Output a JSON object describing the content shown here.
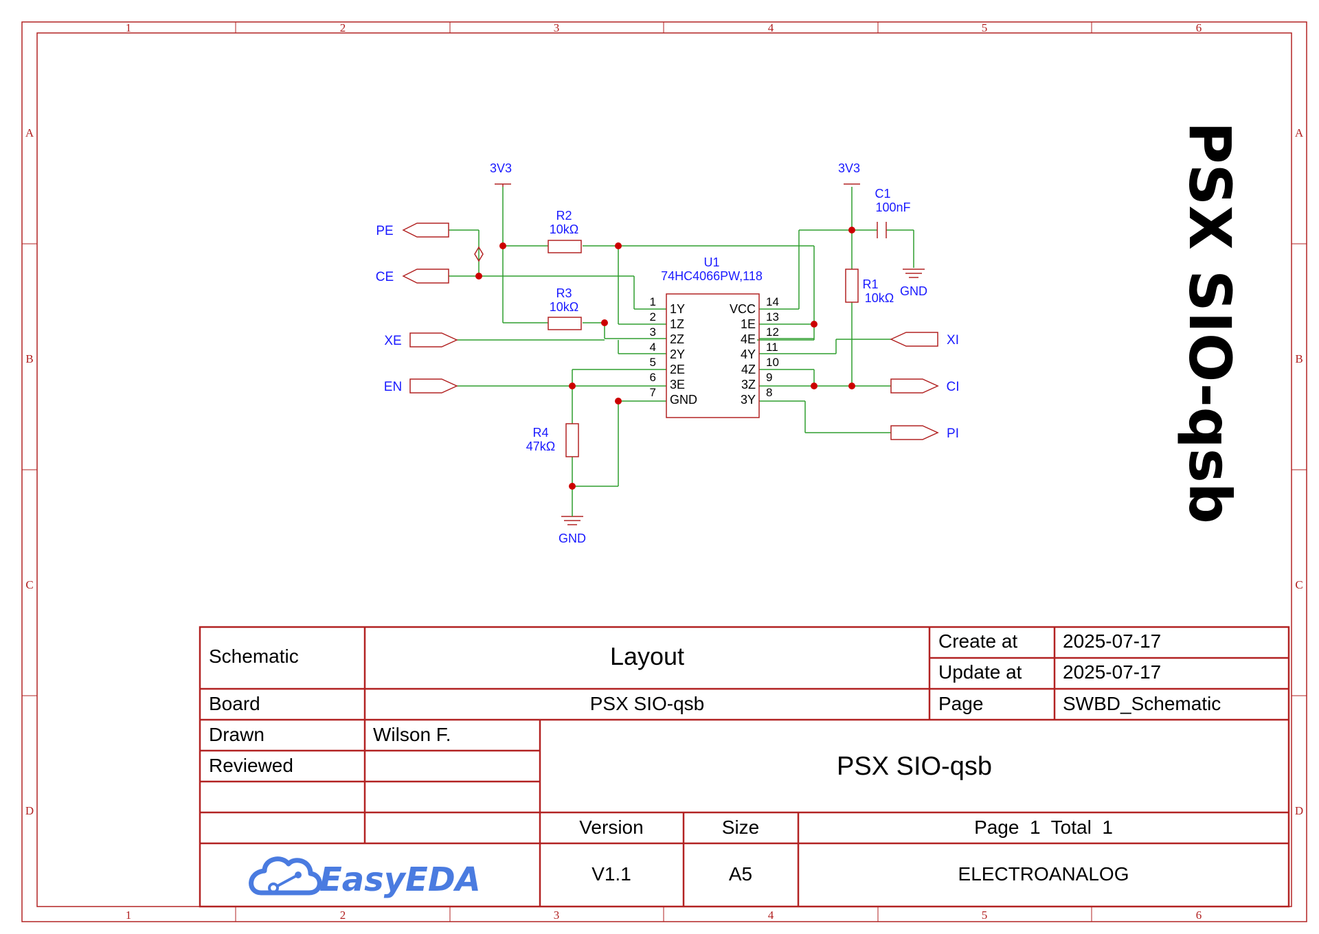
{
  "drawing_title": "PSX SIO-qsb",
  "frame": {
    "columns": [
      "1",
      "2",
      "3",
      "4",
      "5",
      "6"
    ],
    "rows": [
      "A",
      "B",
      "C",
      "D"
    ]
  },
  "power": {
    "left_3v3": "3V3",
    "right_3v3": "3V3",
    "gnd_left": "GND",
    "gnd_right": "GND"
  },
  "components": {
    "U1": {
      "ref": "U1",
      "value": "74HC4066PW,118",
      "left_pins": [
        {
          "num": "1",
          "name": "1Y"
        },
        {
          "num": "2",
          "name": "1Z"
        },
        {
          "num": "3",
          "name": "2Z"
        },
        {
          "num": "4",
          "name": "2Y"
        },
        {
          "num": "5",
          "name": "2E"
        },
        {
          "num": "6",
          "name": "3E"
        },
        {
          "num": "7",
          "name": "GND"
        }
      ],
      "right_pins": [
        {
          "num": "14",
          "name": "VCC"
        },
        {
          "num": "13",
          "name": "1E"
        },
        {
          "num": "12",
          "name": "4E"
        },
        {
          "num": "11",
          "name": "4Y"
        },
        {
          "num": "10",
          "name": "4Z"
        },
        {
          "num": "9",
          "name": "3Z"
        },
        {
          "num": "8",
          "name": "3Y"
        }
      ]
    },
    "R1": {
      "ref": "R1",
      "value": "10kΩ"
    },
    "R2": {
      "ref": "R2",
      "value": "10kΩ"
    },
    "R3": {
      "ref": "R3",
      "value": "10kΩ"
    },
    "R4": {
      "ref": "R4",
      "value": "47kΩ"
    },
    "C1": {
      "ref": "C1",
      "value": "100nF"
    }
  },
  "net_ports": {
    "left": [
      "PE",
      "CE",
      "XE",
      "EN"
    ],
    "right": [
      "XI",
      "CI",
      "PI"
    ]
  },
  "title_block": {
    "schematic_label": "Schematic",
    "schematic_value": "Layout",
    "board_label": "Board",
    "board_value": "PSX SIO-qsb",
    "drawn_label": "Drawn",
    "drawn_value": "Wilson F.",
    "reviewed_label": "Reviewed",
    "reviewed_value": "",
    "create_label": "Create at",
    "create_value": "2025-07-17",
    "update_label": "Update at",
    "update_value": "2025-07-17",
    "page_label": "Page",
    "page_value": "SWBD_Schematic",
    "project_name": "PSX SIO-qsb",
    "version_label": "Version",
    "version_value": "V1.1",
    "size_label": "Size",
    "size_value": "A5",
    "page_total": "Page  1  Total  1",
    "company": "ELECTROANALOG",
    "logo_text": "EasyEDA"
  },
  "colors": {
    "frame": "#b22222",
    "wire": "#2e9e2e",
    "net_label": "#1a1aff",
    "junction": "#cc0000",
    "logo": "#4a7be0"
  }
}
